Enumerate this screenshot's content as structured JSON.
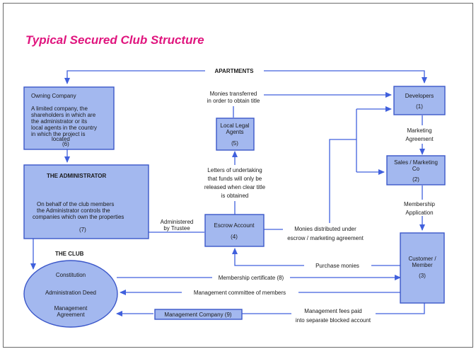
{
  "title": "Typical Secured  Club Structure",
  "colors": {
    "title": "#e0157e",
    "box_fill": "#a3b8ef",
    "box_stroke": "#3b57c9",
    "line": "#4060dd"
  },
  "labels": {
    "apartments": "APARTMENTS",
    "monies_transferred": [
      "Monies transferred",
      "in order to obtain title"
    ],
    "letters_of_undertaking": [
      "Letters of undertaking",
      "that funds will only be",
      "released when clear title",
      "is obtained"
    ],
    "administered_by_trustee": [
      "Administered",
      "by Trustee"
    ],
    "monies_distributed": [
      "Monies distributed under",
      "escrow / marketing agreement"
    ],
    "purchase_monies": "Purchase monies",
    "membership_certificate": "Membership certificate (8)",
    "management_committee": "Management committee of members",
    "management_fees": [
      "Management fees paid",
      "into separate blocked account"
    ],
    "marketing_agreement": [
      "Marketing",
      "Agreement"
    ],
    "membership_application": [
      "Membership",
      "Application"
    ],
    "the_club": "THE CLUB"
  },
  "nodes": {
    "owning_company": {
      "title": "Owning Company",
      "body": [
        "A limited company, the",
        "shareholders in which are",
        "the administrator or its",
        "local agents in the country",
        "in which the project is",
        "located"
      ],
      "number": "(6)"
    },
    "administrator": {
      "title": "THE ADMINISTRATOR",
      "body": [
        "On behalf of the club members",
        "the Administrator controls the",
        "companies which own the properties"
      ],
      "number": "(7)"
    },
    "local_legal_agents": {
      "title": [
        "Local Legal",
        "Agents"
      ],
      "number": "(5)"
    },
    "escrow_account": {
      "title": "Escrow Account",
      "number": "(4)"
    },
    "developers": {
      "title": "Developers",
      "number": "(1)"
    },
    "sales_marketing": {
      "title": [
        "Sales / Marketing",
        "Co"
      ],
      "number": "(2)"
    },
    "customer_member": {
      "title": [
        "Customer /",
        "Member"
      ],
      "number": "(3)"
    },
    "management_company": {
      "title": "Management Company (9)"
    },
    "club": {
      "items": [
        "Constitution",
        "Administration Deed",
        "Management",
        "Agreement"
      ]
    }
  }
}
